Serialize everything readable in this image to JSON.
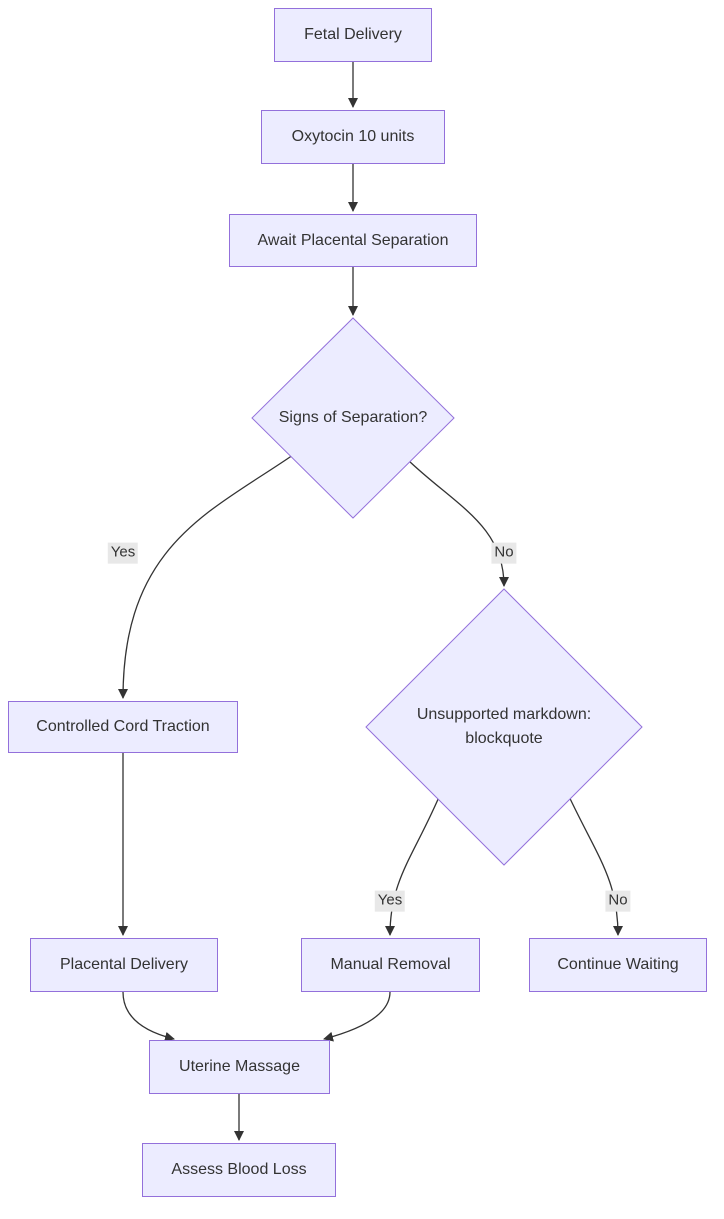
{
  "diagram": {
    "type": "flowchart",
    "direction": "top-down",
    "colors": {
      "node_fill": "#ECECFF",
      "node_border": "#9370DB",
      "edge_line": "#333333",
      "text": "#333333",
      "edge_label_bg": "#e8e8e8"
    },
    "nodes": {
      "fetal_delivery": {
        "label": "Fetal Delivery",
        "shape": "rect"
      },
      "oxytocin": {
        "label": "Oxytocin 10 units",
        "shape": "rect"
      },
      "await_separation": {
        "label": "Await Placental Separation",
        "shape": "rect"
      },
      "signs_of_separation": {
        "label": "Signs of Separation?",
        "shape": "diamond"
      },
      "unsupported_markdown": {
        "label": "Unsupported markdown: blockquote",
        "line1": "Unsupported markdown:",
        "line2": "blockquote",
        "shape": "diamond"
      },
      "controlled_cord_traction": {
        "label": "Controlled Cord Traction",
        "shape": "rect"
      },
      "placental_delivery": {
        "label": "Placental Delivery",
        "shape": "rect"
      },
      "manual_removal": {
        "label": "Manual Removal",
        "shape": "rect"
      },
      "continue_waiting": {
        "label": "Continue Waiting",
        "shape": "rect"
      },
      "uterine_massage": {
        "label": "Uterine Massage",
        "shape": "rect"
      },
      "assess_blood_loss": {
        "label": "Assess Blood Loss",
        "shape": "rect"
      }
    },
    "edges": [
      {
        "from": "fetal_delivery",
        "to": "oxytocin",
        "label": ""
      },
      {
        "from": "oxytocin",
        "to": "await_separation",
        "label": ""
      },
      {
        "from": "await_separation",
        "to": "signs_of_separation",
        "label": ""
      },
      {
        "from": "signs_of_separation",
        "to": "controlled_cord_traction",
        "label": "Yes"
      },
      {
        "from": "signs_of_separation",
        "to": "unsupported_markdown",
        "label": "No"
      },
      {
        "from": "unsupported_markdown",
        "to": "manual_removal",
        "label": "Yes"
      },
      {
        "from": "unsupported_markdown",
        "to": "continue_waiting",
        "label": "No"
      },
      {
        "from": "controlled_cord_traction",
        "to": "placental_delivery",
        "label": ""
      },
      {
        "from": "placental_delivery",
        "to": "uterine_massage",
        "label": ""
      },
      {
        "from": "manual_removal",
        "to": "uterine_massage",
        "label": ""
      },
      {
        "from": "uterine_massage",
        "to": "assess_blood_loss",
        "label": ""
      }
    ]
  }
}
